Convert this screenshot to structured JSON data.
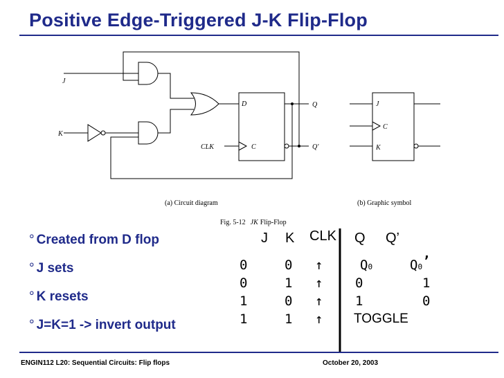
{
  "slide": {
    "title": "Positive Edge-Triggered J-K Flip-Flop",
    "footer_left": "ENGIN112  L20: Sequential Circuits: Flip flops",
    "footer_right": "October 20, 2003"
  },
  "circuit": {
    "label_j": "J",
    "label_k": "K",
    "label_d": "D",
    "label_c": "C",
    "label_clk": "CLK",
    "label_q": "Q",
    "label_qprime": "Q'",
    "caption_a": "(a) Circuit diagram",
    "caption_b": "(b) Graphic symbol",
    "fig_prefix": "Fig. 5-12",
    "fig_jk": "JK",
    "fig_suffix": "Flip-Flop"
  },
  "symbol": {
    "label_j": "J",
    "label_c": "C",
    "label_k": "K"
  },
  "bullets": [
    "Created from D flop",
    "J sets",
    "K resets",
    "J=K=1 -> invert output"
  ],
  "bullet_marker": "°",
  "truth_table": {
    "headers": [
      "J",
      "K",
      "CLK",
      "Q",
      "Q’"
    ],
    "rows": [
      [
        "0",
        "0",
        "↑",
        "Q",
        "0",
        "Q",
        "0",
        "’"
      ],
      [
        "0",
        "1",
        "↑",
        "0",
        "1"
      ],
      [
        "1",
        "0",
        "↑",
        "1",
        "0"
      ],
      [
        "1",
        "1",
        "↑"
      ]
    ],
    "toggle_label": "TOGGLE"
  }
}
